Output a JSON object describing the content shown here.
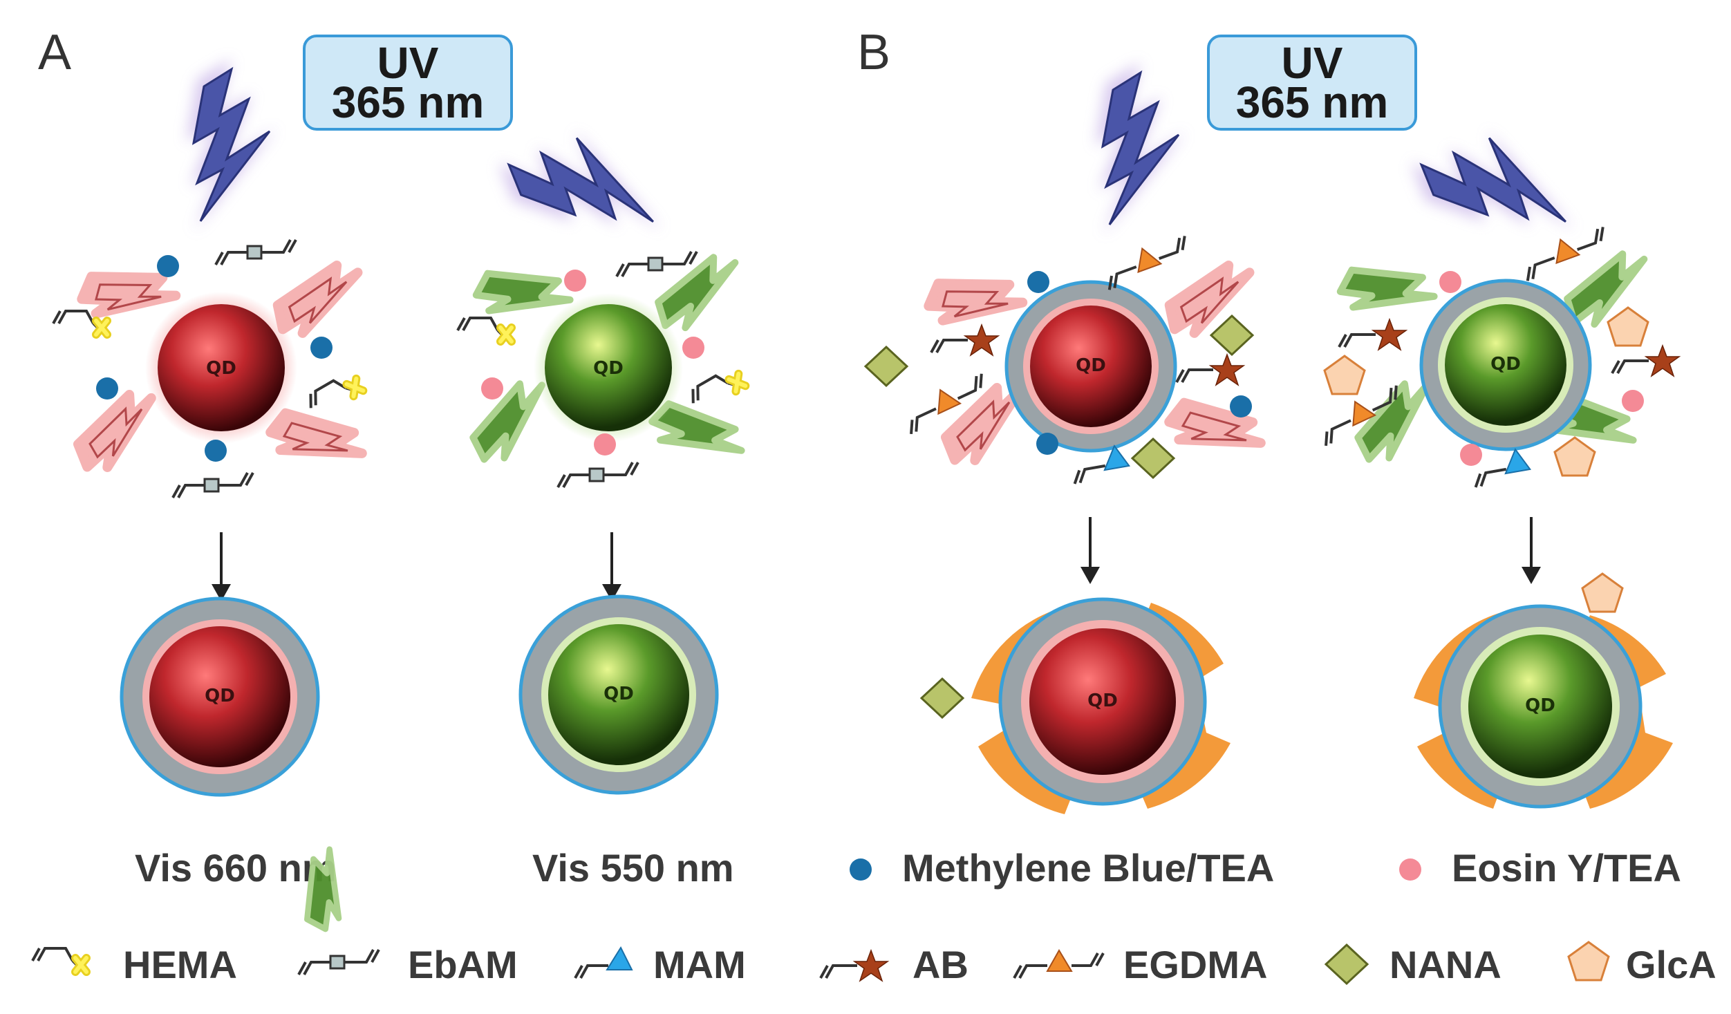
{
  "panels": [
    {
      "letter": "A",
      "uv_line1": "UV",
      "uv_line2": "365 nm"
    },
    {
      "letter": "B",
      "uv_line1": "UV",
      "uv_line2": "365 nm"
    }
  ],
  "qd_label": "QD",
  "legend_row1": [
    {
      "label": "Vis 660 nm",
      "icon": "red-lightning-icon"
    },
    {
      "label": "Vis 550 nm",
      "icon": "green-lightning-icon"
    },
    {
      "label": "Methylene Blue/TEA",
      "icon": "blue-dot-icon"
    },
    {
      "label": "Eosin Y/TEA",
      "icon": "pink-dot-icon"
    }
  ],
  "legend_row2": [
    {
      "label": "HEMA",
      "icon": "hema-monomer-icon"
    },
    {
      "label": "EbAM",
      "icon": "ebam-monomer-icon"
    },
    {
      "label": "MAM",
      "icon": "mam-monomer-icon"
    },
    {
      "label": "AB",
      "icon": "ab-monomer-icon"
    },
    {
      "label": "EGDMA",
      "icon": "egdma-monomer-icon"
    },
    {
      "label": "NANA",
      "icon": "nana-diamond-icon"
    },
    {
      "label": "GlcA",
      "icon": "glca-pentagon-icon"
    }
  ],
  "colors": {
    "red_qd": "#c0272d",
    "green_qd": "#5a9a2a",
    "shell_gray": "#9aa3a8",
    "shell_blue": "#3aa0d8",
    "imprint_orange": "#f39a3a",
    "uv_box_fill": "#cfe8f7",
    "uv_bolt": "#4a55a8",
    "methylene_blue": "#1a6fa8",
    "eosin_pink": "#f48a96",
    "nana_green": "#b8c46a",
    "glca_peach": "#fbd3b0"
  }
}
